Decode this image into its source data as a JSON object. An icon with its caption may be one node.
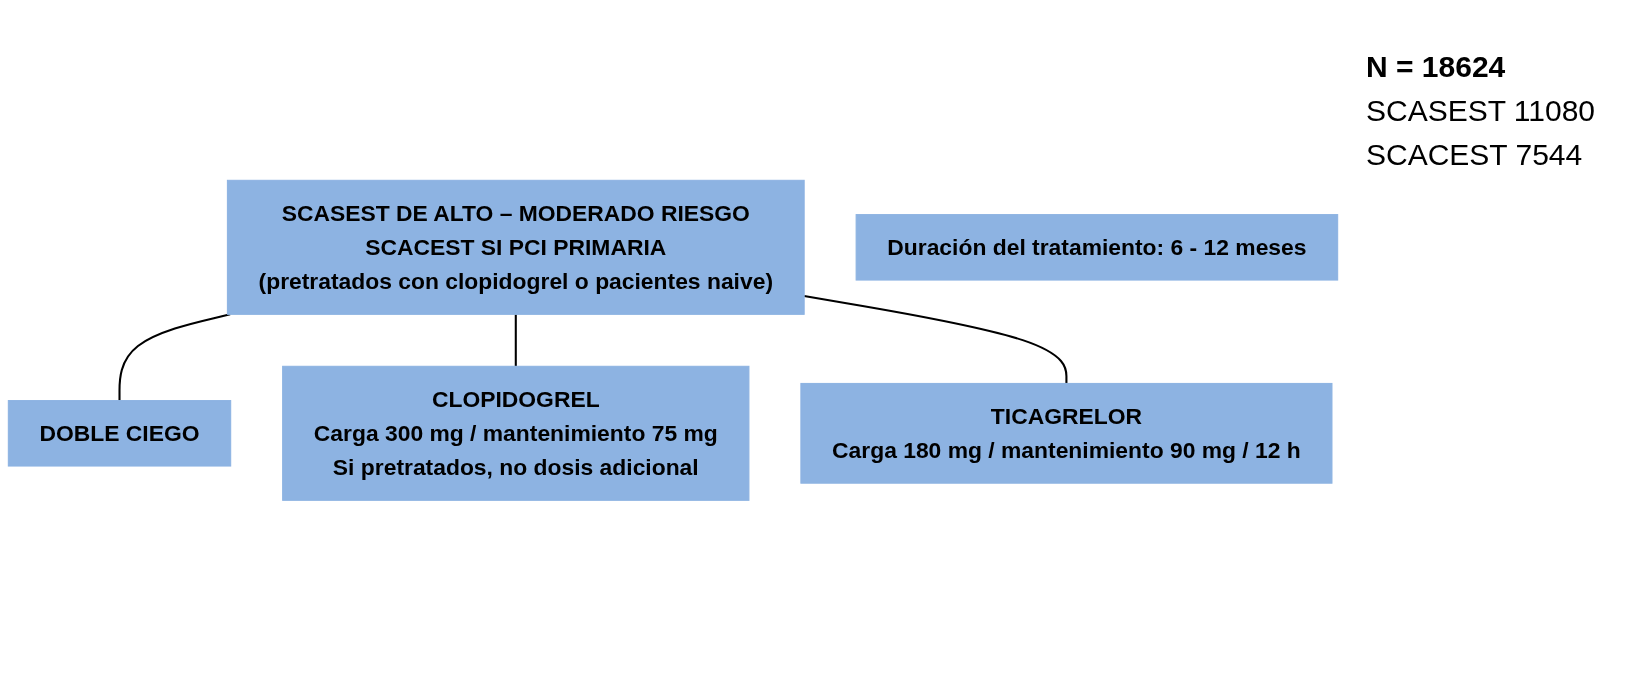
{
  "diagram": {
    "nodes": [
      {
        "text": [
          "SCASEST DE ALTO – MODERADO RIESGO",
          "SCACEST SI PCI PRIMARIA",
          "(pretratados con clopidogrel o pacientes naive)"
        ]
      },
      {
        "text": [
          "DOBLE CIEGO"
        ]
      },
      {
        "text": [
          "CLOPIDOGREL",
          "Carga 300 mg / mantenimiento 75 mg",
          "Si pretratados, no dosis adicional"
        ]
      },
      {
        "text": [
          "TICAGRELOR",
          "Carga 180 mg / mantenimiento 90 mg / 12 h"
        ]
      },
      {
        "text": [
          "Duración del tratamiento: 6 - 12 meses"
        ]
      }
    ],
    "edges": [
      {
        "from": 0,
        "to": 1,
        "arrow": "none"
      },
      {
        "from": 0,
        "to": 2,
        "arrow": "none"
      },
      {
        "from": 0,
        "to": 3,
        "arrow": "none"
      }
    ],
    "labels": [
      "N = 18624",
      "SCASEST 11080",
      "SCACEST 7544"
    ]
  }
}
